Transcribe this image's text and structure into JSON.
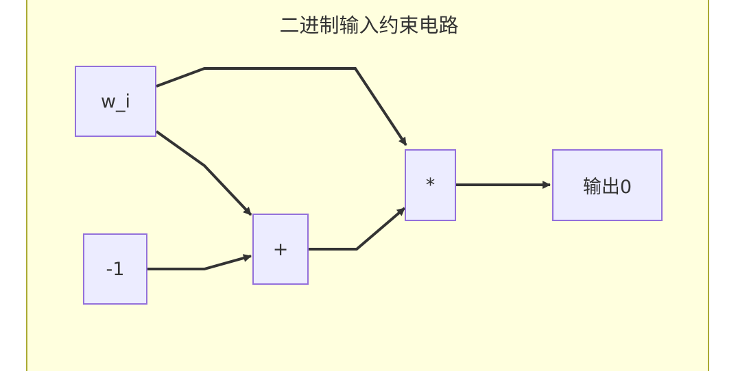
{
  "diagram": {
    "title": "二进制输入约束电路",
    "nodes": {
      "w": {
        "label": "w_i"
      },
      "neg": {
        "label": "-1"
      },
      "plus": {
        "label": "+"
      },
      "mul": {
        "label": "*"
      },
      "out": {
        "label": "输出0"
      }
    },
    "edges": [
      {
        "from": "w_i",
        "to": "*"
      },
      {
        "from": "w_i",
        "to": "+"
      },
      {
        "from": "-1",
        "to": "+"
      },
      {
        "from": "+",
        "to": "*"
      },
      {
        "from": "*",
        "to": "输出0"
      }
    ]
  },
  "colors": {
    "cluster_fill": "#ffffde",
    "cluster_border": "#aaaa33",
    "node_fill": "#ececff",
    "node_border": "#9370db",
    "edge": "#333333",
    "text": "#333333"
  }
}
